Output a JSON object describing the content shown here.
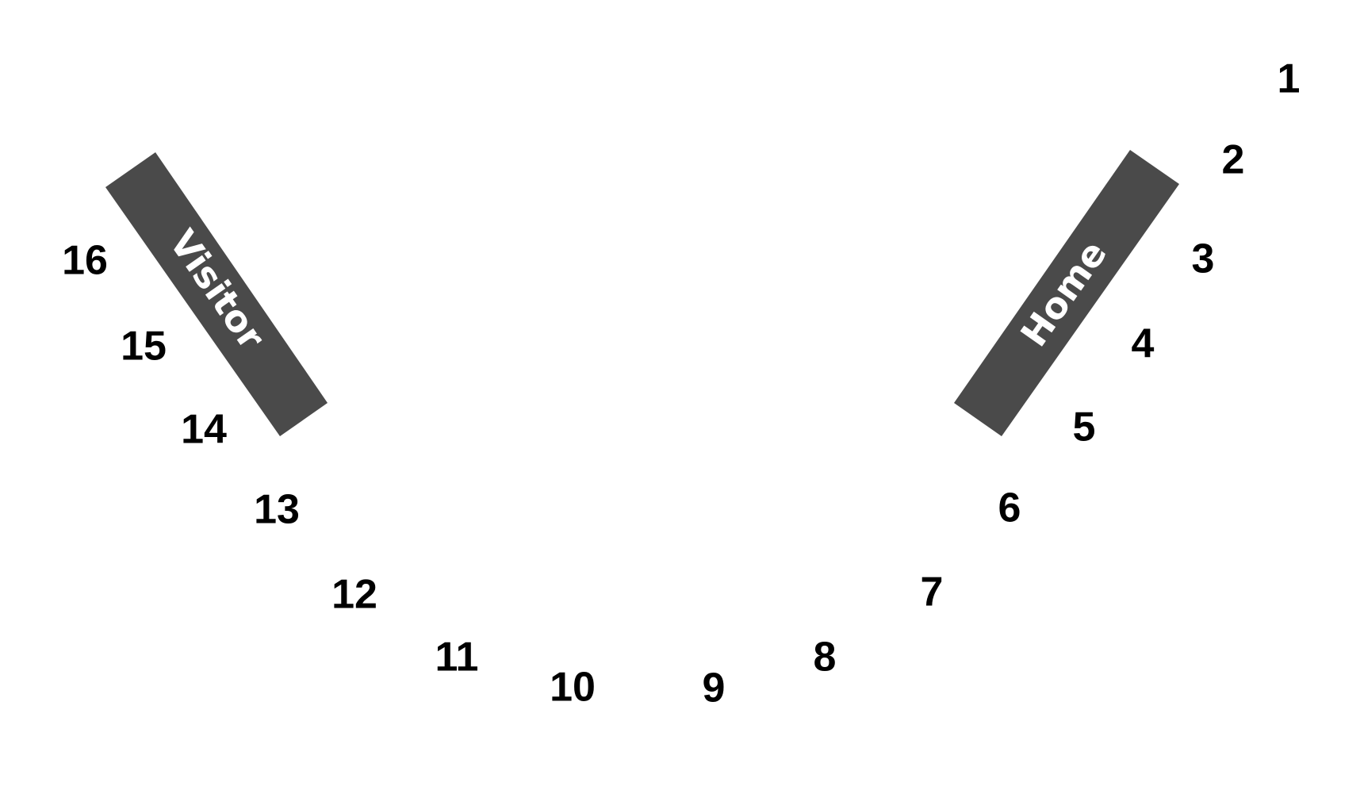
{
  "colors": {
    "bench": "#4a4a4a",
    "section_text": "#000000",
    "bench_text": "#ffffff"
  },
  "benches": {
    "visitor": "Visitor",
    "home": "Home"
  },
  "sections": [
    "1",
    "2",
    "3",
    "4",
    "5",
    "6",
    "7",
    "8",
    "9",
    "10",
    "11",
    "12",
    "13",
    "14",
    "15",
    "16"
  ]
}
